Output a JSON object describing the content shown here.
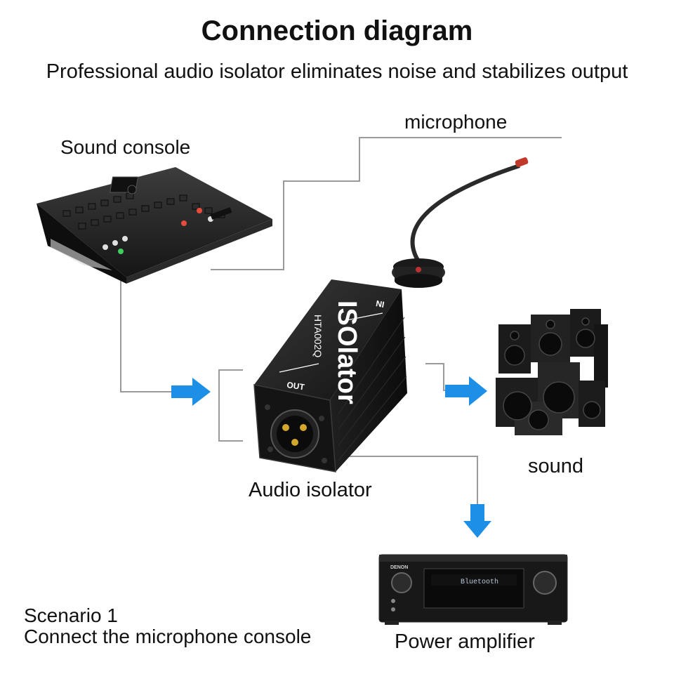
{
  "title": "Connection diagram",
  "subtitle": "Professional audio isolator eliminates noise and stabilizes output",
  "labels": {
    "sound_console": "Sound console",
    "microphone": "microphone",
    "sound": "sound",
    "audio_isolator": "Audio isolator",
    "power_amplifier": "Power amplifier"
  },
  "device": {
    "brand_text": "ISOlator",
    "model_text": "HTA002Q",
    "in_text": "IN",
    "out_text": "OUT"
  },
  "amplifier": {
    "brand_text": "DENON",
    "display_text": "Bluetooth"
  },
  "scenario": {
    "line1": "Scenario 1",
    "line2": "Connect the microphone console"
  },
  "colors": {
    "arrow": "#1e8fe6",
    "line": "#9a9a9a",
    "device": "#1a1a1a"
  }
}
